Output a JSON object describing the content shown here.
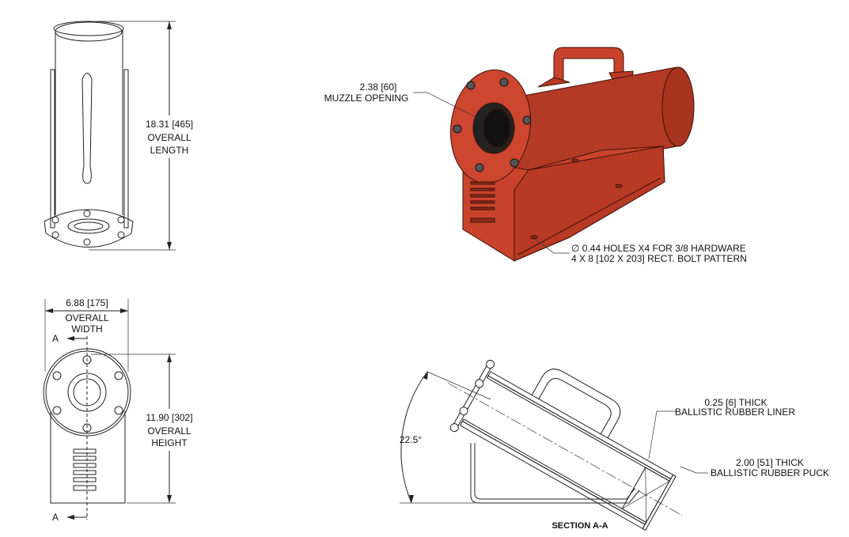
{
  "top_view": {
    "length_dim": "18.31 [465]",
    "length_l1": "OVERALL",
    "length_l2": "LENGTH"
  },
  "front_view": {
    "width_dim": "6.88 [175]",
    "width_l1": "OVERALL",
    "width_l2": "WIDTH",
    "height_dim": "11.90 [302]",
    "height_l1": "OVERALL",
    "height_l2": "HEIGHT",
    "section_marker_top": "A",
    "section_marker_bottom": "A"
  },
  "iso_view": {
    "muzzle_dim": "2.38 [60]",
    "muzzle_label": "MUZZLE OPENING",
    "holes_l1": "∅ 0.44 HOLES X4 FOR 3/8 HARDWARE",
    "holes_l2": "4 X 8 [102 X 203] RECT. BOLT PATTERN",
    "body_color": "#c9432c"
  },
  "section_view": {
    "angle": "22.5°",
    "liner_l1": "0.25 [6] THICK",
    "liner_l2": "BALLISTIC RUBBER LINER",
    "puck_l1": "2.00 [51] THICK",
    "puck_l2": "BALLISTIC RUBBER PUCK",
    "title": "SECTION A-A"
  }
}
